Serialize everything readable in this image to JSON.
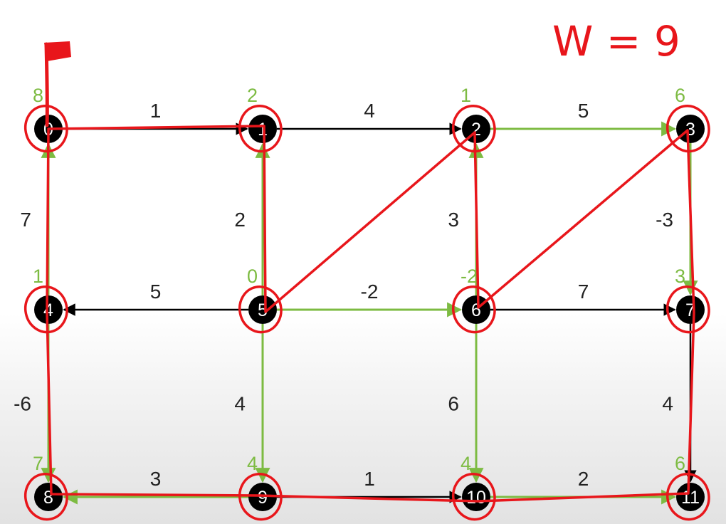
{
  "colors": {
    "tree_edge": "#7dbb42",
    "plain_edge": "#000000",
    "node_fill": "#000000",
    "node_text": "#ffffff",
    "distance_text": "#7dbb42",
    "annotation": "#e8161b",
    "edge_label_text": "#222222"
  },
  "annotation": {
    "text": "W = 9",
    "flag_icon": "red-flag-icon",
    "path_description_nodes": [
      "0",
      "1",
      "5",
      "2",
      "6",
      "3",
      "7",
      "11",
      "10",
      "9",
      "8",
      "4"
    ]
  },
  "graph": {
    "nodes": [
      {
        "id": "0",
        "label": "0",
        "distance": "8"
      },
      {
        "id": "1",
        "label": "1",
        "distance": "2"
      },
      {
        "id": "2",
        "label": "2",
        "distance": "1"
      },
      {
        "id": "3",
        "label": "3",
        "distance": "6"
      },
      {
        "id": "4",
        "label": "4",
        "distance": "1"
      },
      {
        "id": "5",
        "label": "5",
        "distance": "0"
      },
      {
        "id": "6",
        "label": "6",
        "distance": "-2"
      },
      {
        "id": "7",
        "label": "7",
        "distance": "3"
      },
      {
        "id": "8",
        "label": "8",
        "distance": "7"
      },
      {
        "id": "9",
        "label": "9",
        "distance": "4"
      },
      {
        "id": "10",
        "label": "10",
        "distance": "4"
      },
      {
        "id": "11",
        "label": "11",
        "distance": "6"
      }
    ],
    "edges": [
      {
        "from": "0",
        "to": "1",
        "weight": "1",
        "tree": false
      },
      {
        "from": "1",
        "to": "2",
        "weight": "4",
        "tree": false
      },
      {
        "from": "2",
        "to": "3",
        "weight": "5",
        "tree": true
      },
      {
        "from": "4",
        "to": "0",
        "weight": "7",
        "tree": true
      },
      {
        "from": "5",
        "to": "1",
        "weight": "2",
        "tree": true
      },
      {
        "from": "6",
        "to": "2",
        "weight": "3",
        "tree": true
      },
      {
        "from": "3",
        "to": "7",
        "weight": "-3",
        "tree": true
      },
      {
        "from": "5",
        "to": "4",
        "weight": "5",
        "tree": false
      },
      {
        "from": "5",
        "to": "6",
        "weight": "-2",
        "tree": true
      },
      {
        "from": "6",
        "to": "7",
        "weight": "7",
        "tree": false
      },
      {
        "from": "4",
        "to": "8",
        "weight": "-6",
        "tree": true
      },
      {
        "from": "5",
        "to": "9",
        "weight": "4",
        "tree": true
      },
      {
        "from": "6",
        "to": "10",
        "weight": "6",
        "tree": true
      },
      {
        "from": "7",
        "to": "11",
        "weight": "4",
        "tree": false
      },
      {
        "from": "9",
        "to": "8",
        "weight": "3",
        "tree": true
      },
      {
        "from": "9",
        "to": "10",
        "weight": "1",
        "tree": false
      },
      {
        "from": "10",
        "to": "11",
        "weight": "2",
        "tree": true
      }
    ]
  }
}
